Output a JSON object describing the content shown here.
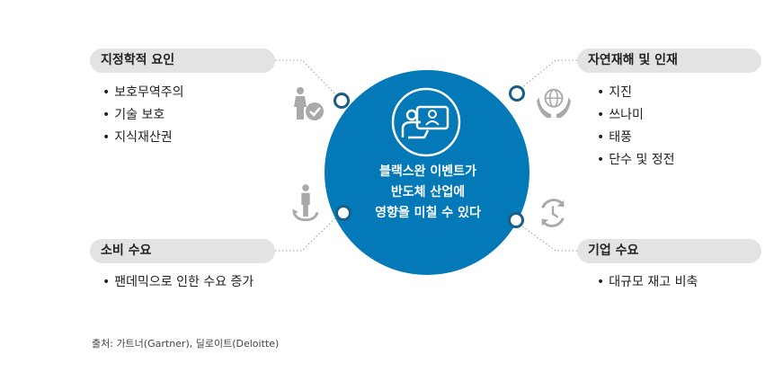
{
  "center": {
    "line1": "블랙스완 이벤트가",
    "line2": "반도체 산업에",
    "line3": "영향을 미칠 수 있다"
  },
  "factors": {
    "geopolitical": {
      "title": "지정학적 요인",
      "items": [
        "보호무역주의",
        "기술 보호",
        "지식재산권"
      ]
    },
    "natural": {
      "title": "자연재해 및 인재",
      "items": [
        "지진",
        "쓰나미",
        "태풍",
        "단수 및 정전"
      ]
    },
    "consumer": {
      "title": "소비 수요",
      "items": [
        "팬데믹으로 인한 수요 증가"
      ]
    },
    "corporate": {
      "title": "기업 수요",
      "items": [
        "대규모 재고 비축"
      ]
    }
  },
  "source": "출처: 가트너(Gartner), 딜로이트(Deloitte)",
  "colors": {
    "circle": "#0479b7",
    "pill": "#e3e3e3",
    "icon": "#a9a9a9",
    "node_border": "#1a5d86"
  }
}
